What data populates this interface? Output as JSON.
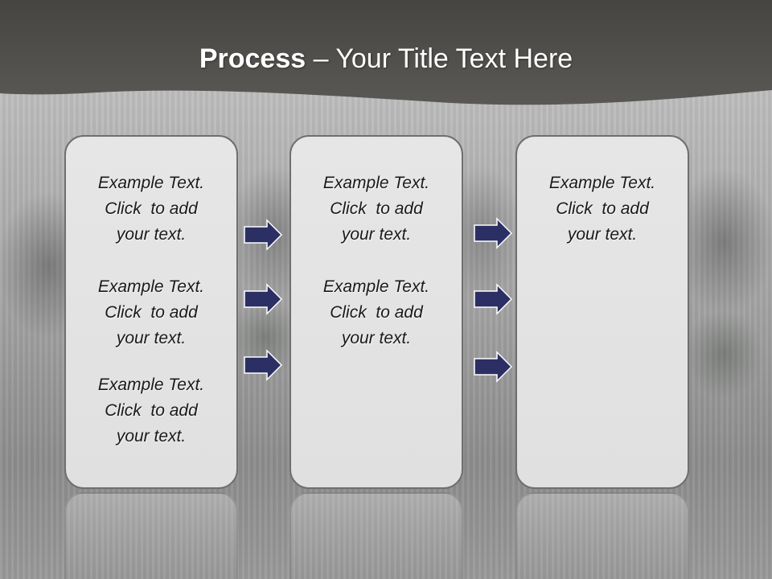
{
  "slide": {
    "title_bold": "Process",
    "title_rest": " – Your Title Text Here"
  },
  "panels": [
    {
      "items": [
        [
          "Example Text.",
          "Click  to add",
          "your text."
        ],
        [
          "Example Text.",
          "Click  to add",
          "your text."
        ],
        [
          "Example Text.",
          "Click  to add",
          "your text."
        ]
      ]
    },
    {
      "items": [
        [
          "Example Text.",
          "Click  to add",
          "your text."
        ],
        [
          "Example Text.",
          "Click  to add",
          "your text."
        ]
      ]
    },
    {
      "items": [
        [
          "Example Text.",
          "Click  to add",
          "your text."
        ]
      ]
    }
  ],
  "colors": {
    "header": "#4f4d4a",
    "arrow_fill": "#2b2f63",
    "panel_fill": "#e3e3e3",
    "panel_border": "#6f6f6f"
  },
  "icons": [
    "right-arrow-icon"
  ]
}
